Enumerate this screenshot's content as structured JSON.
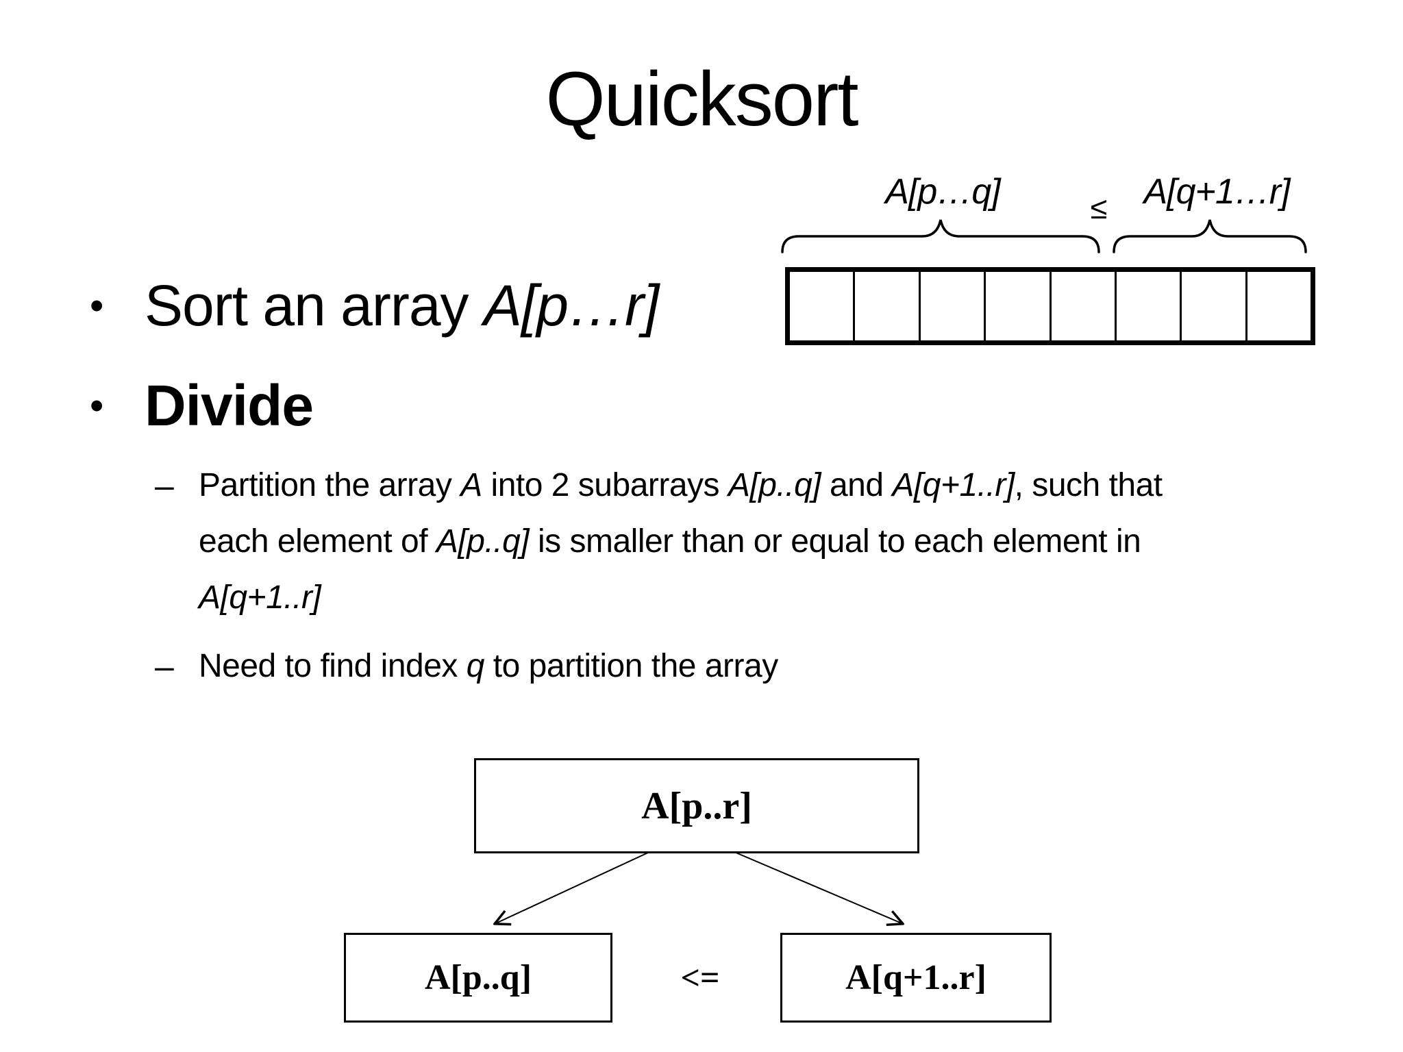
{
  "slide": {
    "title": "Quicksort",
    "colors": {
      "background": "#ffffff",
      "ink": "#000000"
    },
    "bullet_glyph": "•",
    "dash_glyph": "–",
    "top_diagram": {
      "left_label": "A[p…q]",
      "relation": "≤",
      "right_label": "A[q+1…r]",
      "cells": 8
    },
    "bullets": {
      "sort_prefix": "Sort an array ",
      "sort_math": "A[p…r]",
      "divide": "Divide"
    },
    "sub_bullets": [
      {
        "lines": [
          [
            {
              "t": "Partition the array "
            },
            {
              "t": "A",
              "m": true
            },
            {
              "t": " into 2 subarrays "
            },
            {
              "t": "A[p..q]",
              "m": true
            },
            {
              "t": " and "
            },
            {
              "t": "A[q+1..r]",
              "m": true
            },
            {
              "t": ", such that"
            }
          ],
          [
            {
              "t": "each element of "
            },
            {
              "t": "A[p..q]",
              "m": true
            },
            {
              "t": " is smaller than or equal to each element in"
            }
          ],
          [
            {
              "t": "A[q+1..r]",
              "m": true
            }
          ]
        ]
      },
      {
        "lines": [
          [
            {
              "t": "Need to find index "
            },
            {
              "t": "q",
              "m": true
            },
            {
              "t": " to partition the array"
            }
          ]
        ]
      }
    ],
    "bottom_diagram": {
      "root": "A[p..r]",
      "left": "A[p..q]",
      "relation": "<=",
      "right": "A[q+1..r]"
    }
  }
}
